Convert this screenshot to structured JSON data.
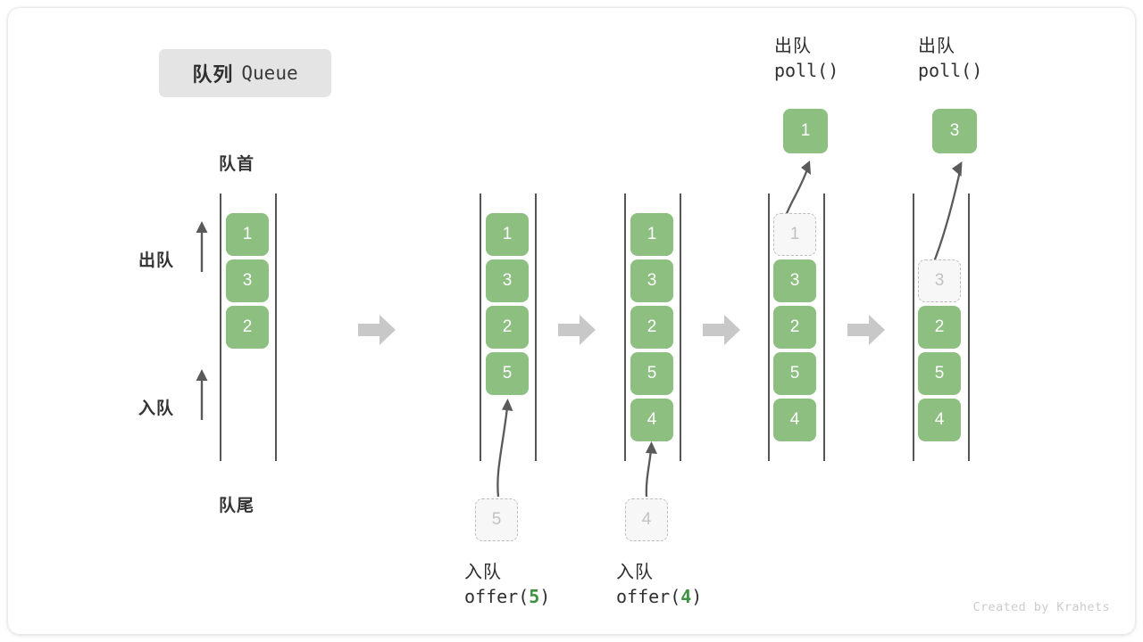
{
  "title": {
    "cn": "队列",
    "en": "Queue"
  },
  "labels": {
    "head": "队首",
    "tail": "队尾",
    "dequeue": "出队",
    "enqueue": "入队"
  },
  "credit": "Created by Krahets",
  "colors": {
    "element_green": "#8cbf80",
    "arg_green": "#3e9140",
    "ghost_fill": "#f7f7f7",
    "ghost_border": "#bdbdbd",
    "rail": "#555555",
    "step_arrow": "#c8c8c8",
    "badge_bg": "#e4e4e4",
    "text": "#2f2f2f"
  },
  "columns": [
    {
      "id": "initial",
      "slots": [
        {
          "value": "1",
          "state": "filled"
        },
        {
          "value": "3",
          "state": "filled"
        },
        {
          "value": "2",
          "state": "filled"
        }
      ],
      "caption": null,
      "popped": null
    },
    {
      "id": "offer-5",
      "slots": [
        {
          "value": "1",
          "state": "filled"
        },
        {
          "value": "3",
          "state": "filled"
        },
        {
          "value": "2",
          "state": "filled"
        },
        {
          "value": "5",
          "state": "filled"
        }
      ],
      "incoming": {
        "value": "5",
        "state": "ghost"
      },
      "caption": {
        "line1": "入队",
        "op": "offer(",
        "arg": "5",
        "close": ")"
      },
      "popped": null
    },
    {
      "id": "offer-4",
      "slots": [
        {
          "value": "1",
          "state": "filled"
        },
        {
          "value": "3",
          "state": "filled"
        },
        {
          "value": "2",
          "state": "filled"
        },
        {
          "value": "5",
          "state": "filled"
        },
        {
          "value": "4",
          "state": "filled"
        }
      ],
      "incoming": {
        "value": "4",
        "state": "ghost"
      },
      "caption": {
        "line1": "入队",
        "op": "offer(",
        "arg": "4",
        "close": ")"
      },
      "popped": null
    },
    {
      "id": "poll-1",
      "slots": [
        {
          "value": "1",
          "state": "ghost"
        },
        {
          "value": "3",
          "state": "filled"
        },
        {
          "value": "2",
          "state": "filled"
        },
        {
          "value": "5",
          "state": "filled"
        },
        {
          "value": "4",
          "state": "filled"
        }
      ],
      "popped": {
        "value": "1"
      },
      "top_caption": {
        "line1": "出队",
        "op": "poll()"
      }
    },
    {
      "id": "poll-3",
      "slots": [
        {
          "value": "",
          "state": "empty"
        },
        {
          "value": "3",
          "state": "ghost"
        },
        {
          "value": "2",
          "state": "filled"
        },
        {
          "value": "5",
          "state": "filled"
        },
        {
          "value": "4",
          "state": "filled"
        }
      ],
      "popped": {
        "value": "3"
      },
      "top_caption": {
        "line1": "出队",
        "op": "poll()"
      }
    }
  ]
}
